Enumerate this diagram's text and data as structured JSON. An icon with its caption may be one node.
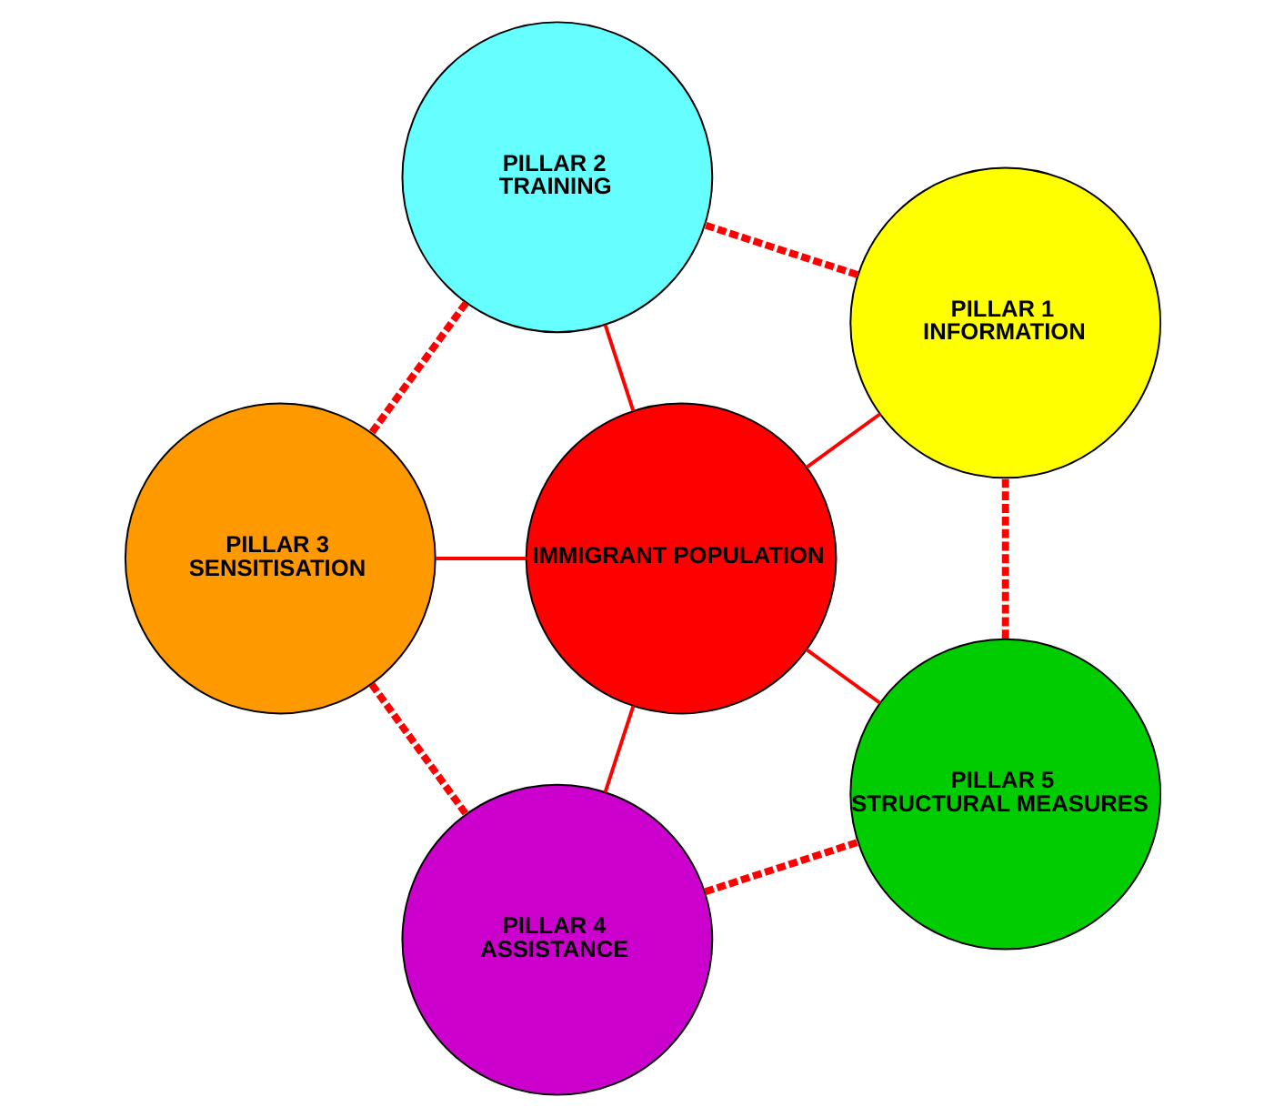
{
  "diagram": {
    "nodes": [
      {
        "text": [
          "IMMIGRANT POPULATION"
        ]
      },
      {
        "text": [
          "PILLAR 1",
          "INFORMATION"
        ]
      },
      {
        "text": [
          "PILLAR 2",
          "TRAINING"
        ]
      },
      {
        "text": [
          "PILLAR 3",
          "SENSITISATION"
        ]
      },
      {
        "text": [
          "PILLAR 4",
          "ASSISTANCE"
        ]
      },
      {
        "text": [
          "PILLAR 5",
          "STRUCTURAL MEASURES"
        ]
      }
    ],
    "edges": [
      {
        "from": 0,
        "to": 1,
        "arrow": "none"
      },
      {
        "from": 0,
        "to": 2,
        "arrow": "none"
      },
      {
        "from": 0,
        "to": 3,
        "arrow": "none"
      },
      {
        "from": 0,
        "to": 4,
        "arrow": "none"
      },
      {
        "from": 0,
        "to": 5,
        "arrow": "none"
      },
      {
        "from": 1,
        "to": 2,
        "arrow": "none",
        "style": "dashed"
      },
      {
        "from": 2,
        "to": 3,
        "arrow": "none",
        "style": "dashed"
      },
      {
        "from": 3,
        "to": 4,
        "arrow": "none",
        "style": "dashed"
      },
      {
        "from": 4,
        "to": 5,
        "arrow": "none",
        "style": "dashed"
      },
      {
        "from": 5,
        "to": 1,
        "arrow": "none",
        "style": "dashed"
      }
    ]
  }
}
